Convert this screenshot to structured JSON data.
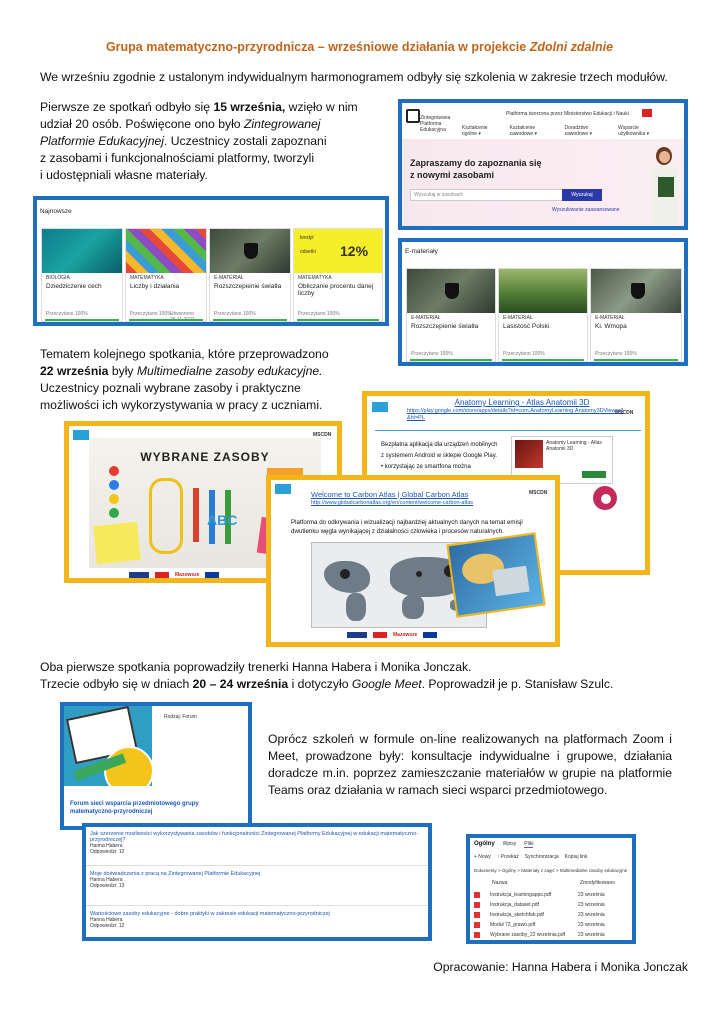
{
  "title": {
    "main": "Grupa matematyczno-przyrodnicza – wrześniowe działania w projekcie ",
    "italic": "Zdolni zdalnie"
  },
  "intro": "We wrześniu zgodnie z ustalonym indywidualnym harmonogramem odbyły się szkolenia w zakresie trzech modułów.",
  "para1": {
    "l1a": "Pierwsze ze spotkań odbyło się ",
    "l1b": "15 września,",
    "l1c": " wzięło w nim",
    "l2a": "udział 20 osób. Poświęcone ono było ",
    "l2b": "Zintegrowanej",
    "l3a": "Platformie Edukacyjnej",
    "l3b": ". Uczestnicy zostali zapoznani",
    "l4": "z zasobami i funkcjonalnościami platformy, tworzyli",
    "l5": "i udostępniali własne materiały."
  },
  "para2": {
    "l1": "Tematem kolejnego spotkania, które przeprowadzono",
    "l2a": "22 września",
    "l2b": " były ",
    "l2c": "Multimedialne zasoby edukacyjne.",
    "l3": "Uczestnicy poznali wybrane zasoby i praktyczne",
    "l4": "możliwości ich wykorzystywania w pracy z uczniami."
  },
  "para3": {
    "l1": "Oba pierwsze spotkania poprowadziły trenerki Hanna Habera i Monika Jonczak.",
    "l2a": "Trzecie odbyło się w dniach ",
    "l2b": "20 – 24 września",
    "l2c": " i dotyczyło ",
    "l2d": "Google Meet",
    "l2e": ". Poprowadził je p. Stanisław Szulc."
  },
  "para4": "Oprócz szkoleń w formule on-line realizowanych na platformach Zoom i Meet, prowadzone były: konsultacje indywidualne i grupowe, działania doradcze m.in. poprzez zamieszczanie materiałów w grupie na platformie Teams oraz działania w ramach sieci wsparci przedmiotowego.",
  "footer": "Opracowanie: Hanna Habera i Monika Jonczak",
  "zpe": {
    "header_center": "Platforma tworzona przez Ministerstwo Edukacji i Nauki",
    "logo_text": "Zintegrowana Platforma Edukacyjna",
    "menu": [
      "Kształcenie ogólne ▾",
      "Kształcenie zawodowe ▾",
      "Doradztwo zawodowe ▾",
      "Wsparcie użytkownika ▾"
    ],
    "hero_line1": "Zapraszamy do zapoznania się",
    "hero_line2": "z nowymi zasobami",
    "search_placeholder": "Wyszukaj w zasobach",
    "search_button": "Wyszukaj",
    "advanced": "Wyszukiwanie zaawansowane"
  },
  "najnowsze": {
    "heading": "Najnowsze",
    "cards": [
      {
        "cat": "BIOLOGIA",
        "name": "Dziedziczenie cech",
        "foot": "Przeczytano 100%"
      },
      {
        "cat": "MATEMATYKA",
        "name": "Liczby i działania",
        "foot": "Przeczytano 100%",
        "date": "Utworzono 26.11.2021"
      },
      {
        "cat": "E-MATERIAŁ",
        "name": "Rozszczepienie światła",
        "foot": "Przeczytano 100%"
      },
      {
        "cat": "MATEMATYKA",
        "name": "Obliczanie procentu danej liczby",
        "foot": "Przeczytano 100%",
        "banner1": "kredyt",
        "banner2": "odsetki",
        "banner3": "12%"
      }
    ]
  },
  "ematerialy": {
    "heading": "E-materiały",
    "cards": [
      {
        "cat": "E-MATERIAŁ",
        "name": "Rozszczepienie światła",
        "foot": "Przeczytano 100%"
      },
      {
        "cat": "E-MATERIAŁ",
        "name": "Lasistość Polski",
        "foot": "Przeczytano 100%"
      },
      {
        "cat": "E-MATERIAŁ",
        "name": "Ki. Wmopa",
        "foot": "Przeczytano 100%"
      }
    ]
  },
  "slides": {
    "wybrane": "WYBRANE ZASOBY",
    "abc": "ABC",
    "anatomy_title": "Anatomy Learning - Atlas Anatomii 3D",
    "anatomy_url": "https://play.google.com/store/apps/details?id=com.AnatomyLearning.Anatomy3DViewer3&hl=PL",
    "anatomy_text1": "Bezpłatna aplikacja dla urządzeń mobilnych",
    "anatomy_text2": "z systemem Android w sklepie Google Play.",
    "anatomy_bullet": "korzystając ze smartfona można",
    "anatomy_app": "Anatomy Learning - Atlas Anatomii 3D",
    "carbon_title": "Welcome to Carbon Atlas | Global Carbon Atlas",
    "carbon_url": "http://www.globalcarbonatlas.org/en/content/welcome-carbon-atlas",
    "carbon_text": "Platforma do odkrywania i wizualizacji najbardziej aktualnych danych na temat emisji dwutlenku węgla wynikającej z działalności człowieka i procesów naturalnych.",
    "mscdn": "MSCDN",
    "mazowsze": "Mazowsze"
  },
  "forum": {
    "label": "Rodzaj: Forum",
    "title": "Forum sieci wsparcia przedmiotowego grupy matematyczno-przyrodniczej",
    "posts": [
      {
        "t": "Jak szerzenie możliwości wykorzystywania zasobów i funkcjonalności Zintegrowanej Platformy Edukacyjnej w edukacji matematyczno-przyrodniczej?",
        "a": "Hanna Habera",
        "o": "Odpowiedzi: 12"
      },
      {
        "t": "Moje doświadczenia z pracą na Zintegrowanej Platformie Edukacyjnej",
        "a": "Hanna Habera",
        "o": "Odpowiedzi: 13"
      },
      {
        "t": "Wartościowe zasoby edukacyjne - dobre praktyki w zakresie edukacji matematyczno-przyrodniczej",
        "a": "Hanna Habera",
        "o": "Odpowiedzi: 12"
      }
    ]
  },
  "teams": {
    "tabs": [
      "Ogólny",
      "Wpisy",
      "Pliki"
    ],
    "toolbar": [
      "+ Nowy",
      "↑ Przekaż",
      "Synchronizacja",
      "Kopiuj link"
    ],
    "breadcrumb": "Dokumenty > Ogólny > Materiały z zajęć > Multimedialne zasoby edukacyjne",
    "col_name": "Nazwa",
    "col_mod": "Zmodyfikowano",
    "files": [
      {
        "n": "Instrukcja_learningapps.pdf",
        "d": "23 września"
      },
      {
        "n": "Instrukcja_dataset.pdf",
        "d": "23 września"
      },
      {
        "n": "Instrukcja_sketchfab.pdf",
        "d": "23 września"
      },
      {
        "n": "Moduł 72_prawo.pdf",
        "d": "23 września"
      },
      {
        "n": "Wybrane zasoby_22 września.pdf",
        "d": "23 września"
      }
    ]
  },
  "colors": {
    "accent_title": "#c0651a",
    "frame_blue": "#1f6fc0",
    "frame_yellow": "#f2b51a",
    "link": "#1a57b5",
    "green": "#38b24a"
  }
}
